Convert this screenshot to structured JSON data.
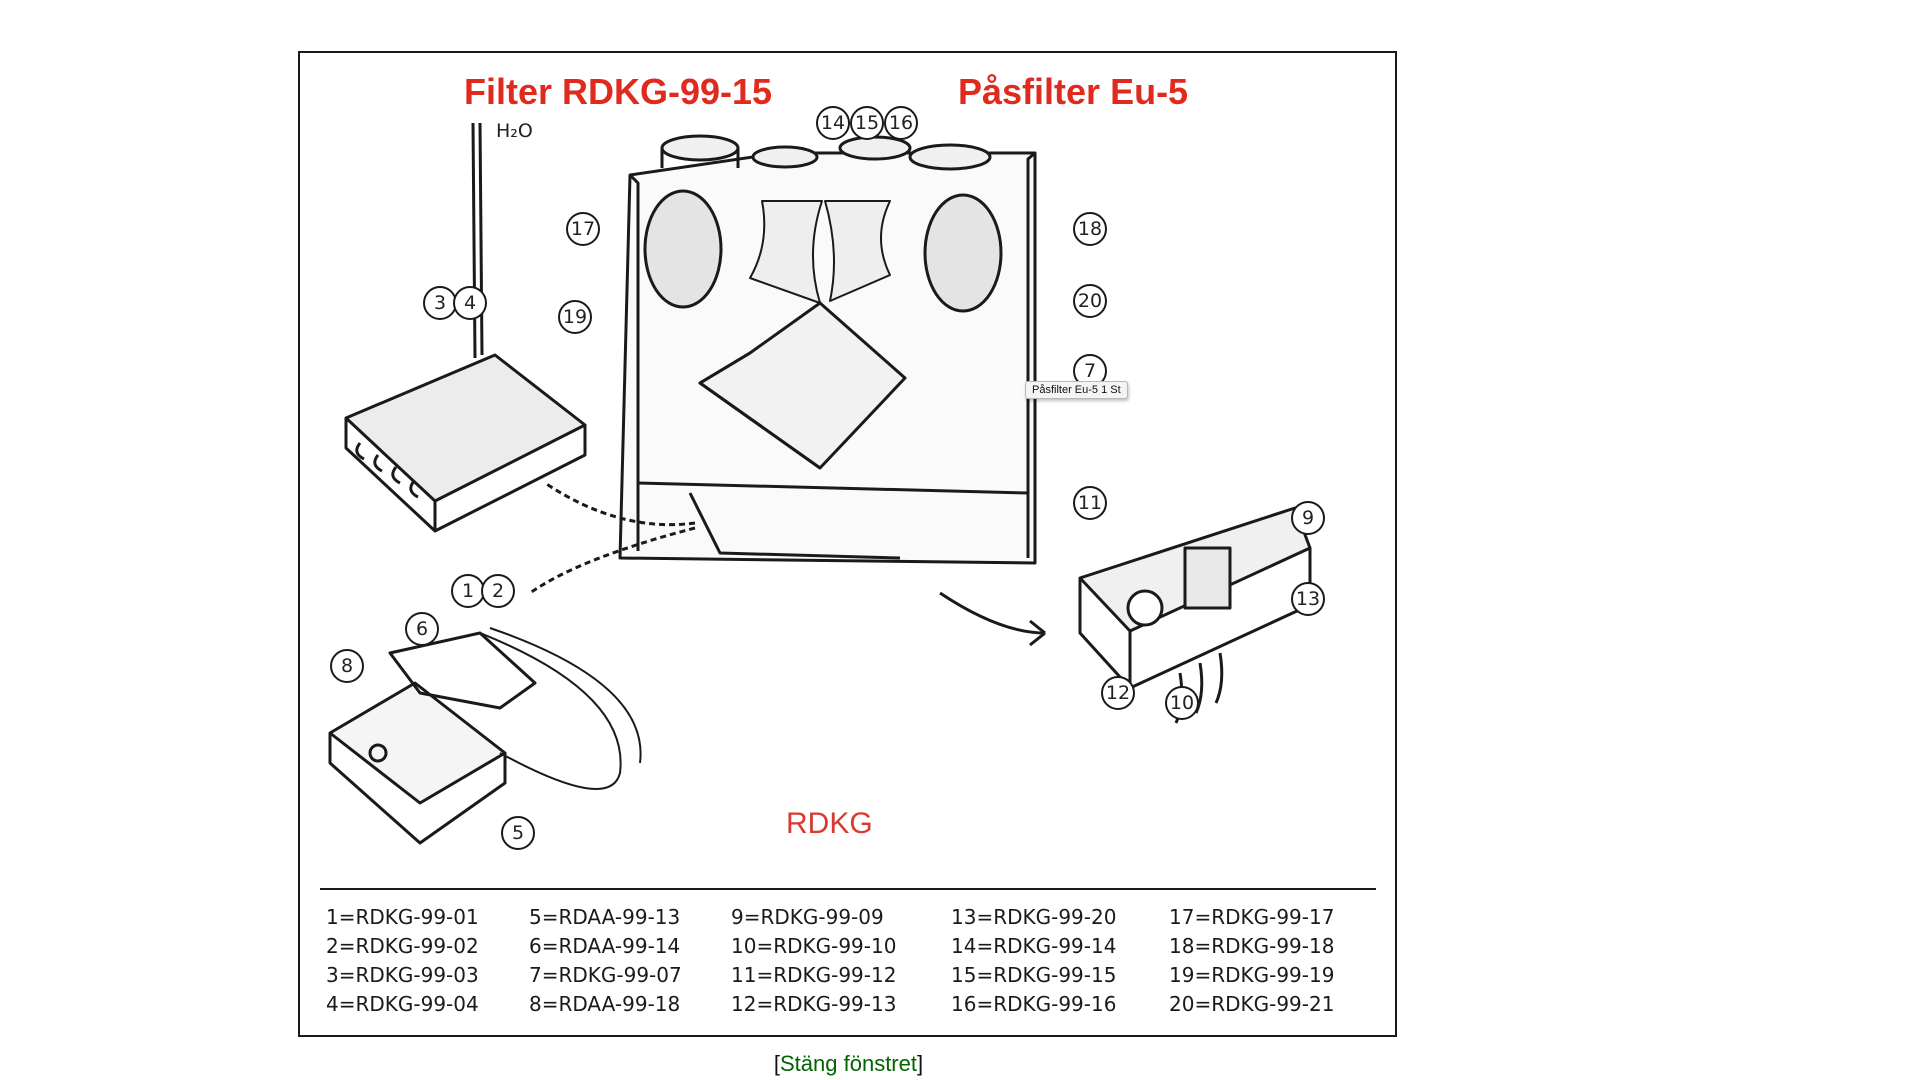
{
  "header": {
    "title_left": "Filter RDKG-99-15",
    "title_right": "Påsfilter Eu-5"
  },
  "diagram": {
    "h2o_label": "H₂O",
    "model_label": "RDKG",
    "callouts": [
      "14",
      "15",
      "16",
      "17",
      "18",
      "19",
      "20",
      "3",
      "4",
      "7",
      "11",
      "9",
      "13",
      "1",
      "2",
      "6",
      "8",
      "12",
      "10",
      "5"
    ]
  },
  "tooltip": {
    "text": "Påsfilter Eu-5 1 St"
  },
  "parts": [
    "1=RDKG-99-01",
    "5=RDAA-99-13",
    "9=RDKG-99-09",
    "13=RDKG-99-20",
    "17=RDKG-99-17",
    "2=RDKG-99-02",
    "6=RDAA-99-14",
    "10=RDKG-99-10",
    "14=RDKG-99-14",
    "18=RDKG-99-18",
    "3=RDKG-99-03",
    "7=RDKG-99-07",
    "11=RDKG-99-12",
    "15=RDKG-99-15",
    "19=RDKG-99-19",
    "4=RDKG-99-04",
    "8=RDAA-99-18",
    "12=RDKG-99-13",
    "16=RDKG-99-16",
    "20=RDKG-99-21"
  ],
  "footer": {
    "open_bracket": "[",
    "close_link": "Stäng fönstret",
    "close_bracket": "]"
  }
}
